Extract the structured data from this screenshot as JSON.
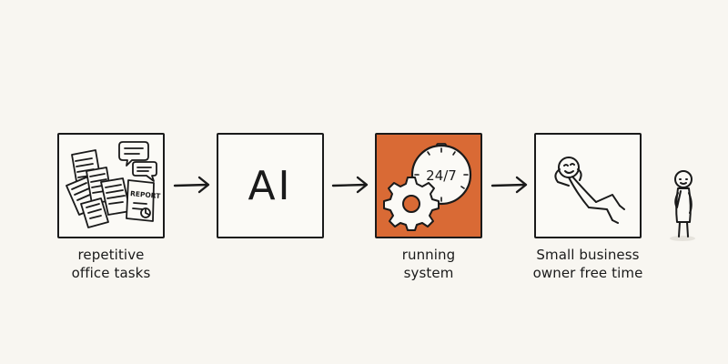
{
  "steps": [
    {
      "caption_line1": "repetitive",
      "caption_line2": "office tasks",
      "document_stamp": "REPORT"
    },
    {
      "label": "AI"
    },
    {
      "caption_line1": "running",
      "caption_line2": "system",
      "clock_text": "24/7",
      "fill_color": "#d96a35"
    },
    {
      "caption_line1": "Small business",
      "caption_line2": "owner free time"
    }
  ],
  "colors": {
    "accent": "#d96a35",
    "ink": "#1a1a1a",
    "background": "#f8f6f1"
  },
  "icons": [
    "documents-pile-icon",
    "speech-bubbles-icon",
    "gear-icon",
    "clock-icon",
    "relaxing-person-icon",
    "standing-person-icon",
    "arrow-right-icon"
  ]
}
